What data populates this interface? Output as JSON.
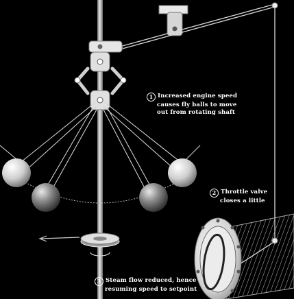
{
  "annotations": [
    {
      "number": "1",
      "lines": [
        "Increased engine speed",
        "causes fly balls to move",
        "out from rotating shaft"
      ]
    },
    {
      "number": "2",
      "lines": [
        "Throttle valve",
        "closes a little"
      ]
    },
    {
      "number": "3",
      "lines": [
        "Steam flow reduced, hence",
        "resuming speed to setpoint"
      ]
    }
  ],
  "colors": {
    "background": "#000000",
    "metal_light": "#f2f2f2",
    "metal_mid": "#b8b8b8",
    "metal_dark": "#5a5a5a",
    "link_line": "#d8d8d8"
  }
}
